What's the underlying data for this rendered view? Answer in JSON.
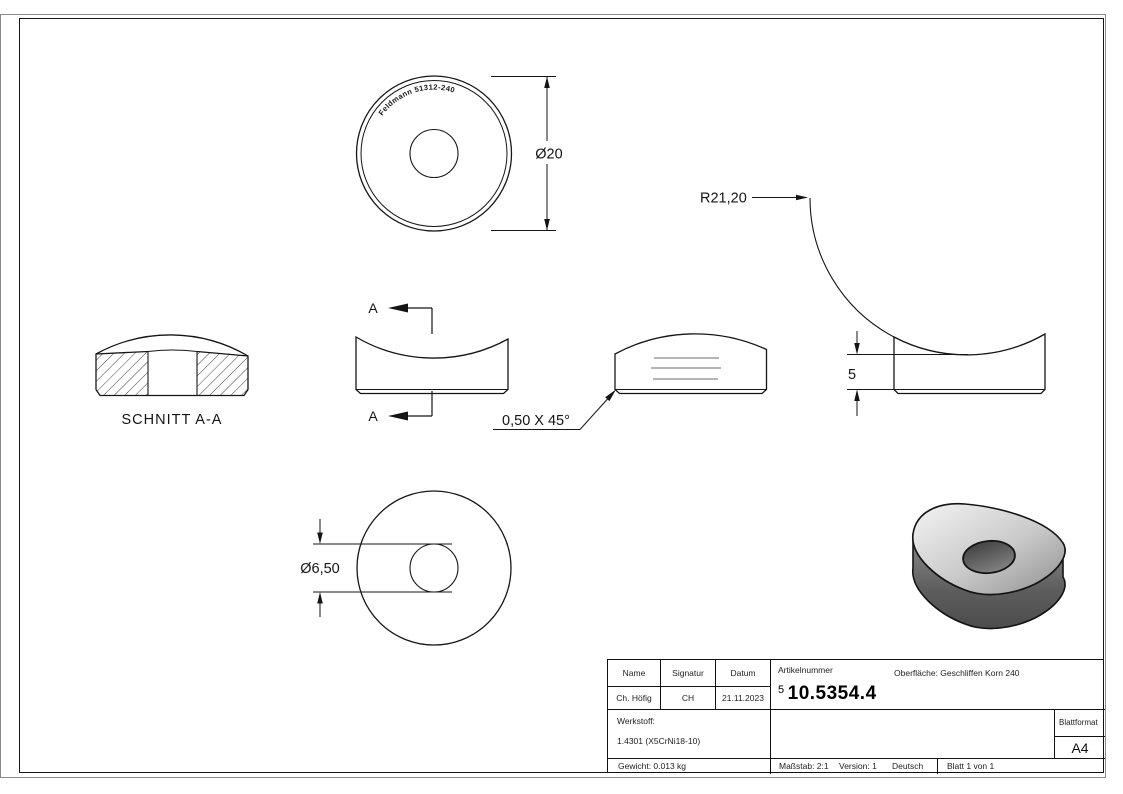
{
  "drawing": {
    "marking": "Feldmann 51312-240",
    "dims": {
      "outer_diameter": "Ø20",
      "radius": "R21,20",
      "height": "5",
      "chamfer": "0,50 X 45°",
      "hole_diameter": "Ø6,50"
    },
    "section": {
      "title": "SCHNITT A-A",
      "arrow_label_top": "A",
      "arrow_label_bottom": "A"
    }
  },
  "title_block": {
    "name_label": "Name",
    "signatur_label": "Signatur",
    "datum_label": "Datum",
    "name_value": "Ch. Höfig",
    "signatur_value": "CH",
    "datum_value": "21.11.2023",
    "artikelnummer_label": "Artikelnummer",
    "artikelnummer_prefix": "5",
    "artikelnummer_value": "10.5354.4",
    "oberflaeche": "Oberfläche:  Geschliffen Korn 240",
    "werkstoff_label": "Werkstoff:",
    "werkstoff_value": "1.4301 (X5CrNi18-10)",
    "gewicht": "Gewicht: 0.013 kg",
    "massstab": "Maßstab: 2:1",
    "version": "Version: 1",
    "sprache": "Deutsch",
    "blatt": "Blatt 1 von 1",
    "blattformat_label": "Blattformat",
    "blattformat_value": "A4"
  }
}
